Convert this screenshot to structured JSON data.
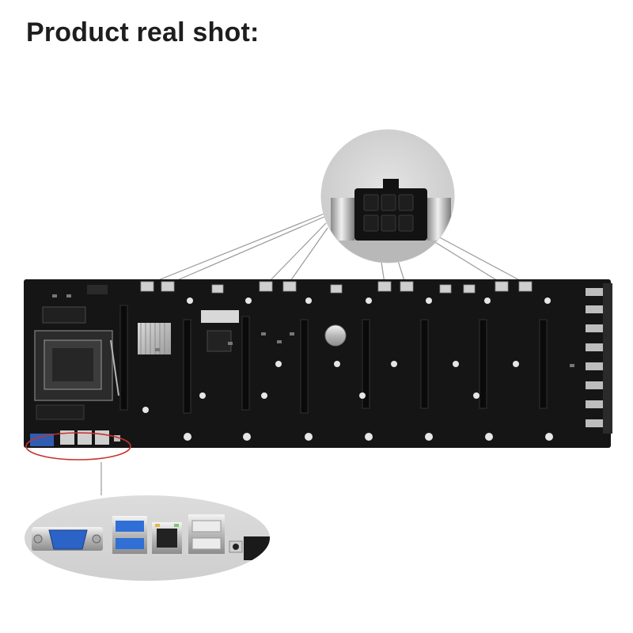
{
  "header": {
    "title": "Product real shot:"
  },
  "colors": {
    "board": "#151516",
    "slot": "#0b0b0b",
    "callout_ring": "#c9302c",
    "callout_bg": "#e8e8e8",
    "leader_line": "#9a9a9a"
  },
  "image": {
    "subject": "mining-motherboard",
    "callouts": [
      "6-pin-power-connector-closeup",
      "rear-io-panel-closeup"
    ]
  }
}
